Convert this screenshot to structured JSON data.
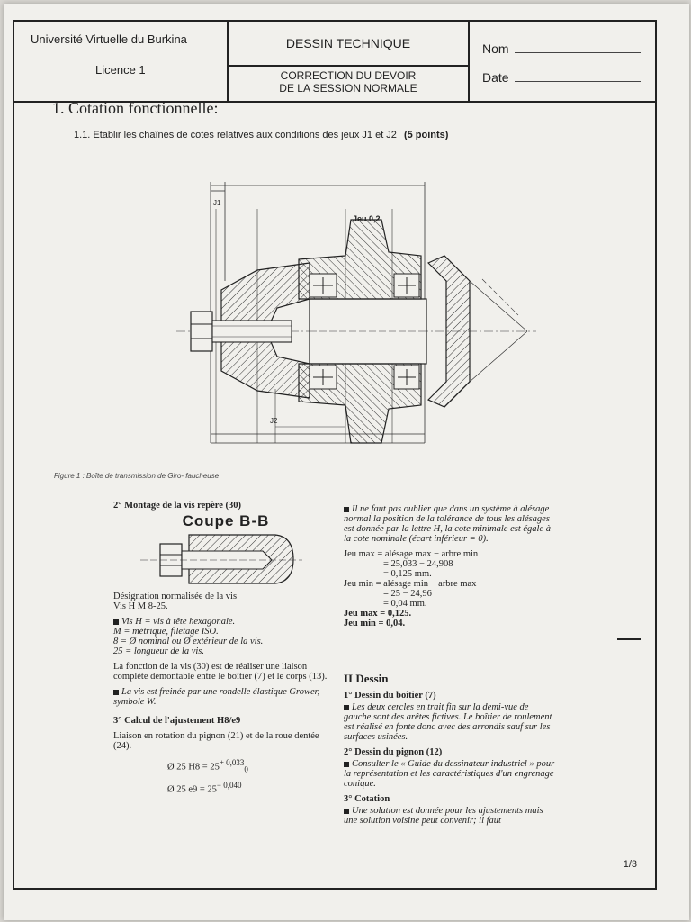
{
  "header": {
    "university": "Université Virtuelle du Burkina",
    "level": "Licence 1",
    "subject": "DESSIN TECHNIQUE",
    "correction_l1": "CORRECTION DU DEVOIR",
    "correction_l2": "DE LA SESSION NORMALE",
    "nom_label": "Nom",
    "date_label": "Date"
  },
  "section": {
    "title": "1. Cotation fonctionnelle:",
    "subtitle": "1.1.  Etablir les chaînes de  cotes relatives aux conditions des jeux J1 et J2",
    "points": "(5 points)"
  },
  "drawing": {
    "label_j1": "J1",
    "label_j2": "J2",
    "label_jeu": "Jeu 0,2"
  },
  "figure_caption": "Figure 1 : Boîte de transmission de Giro- faucheuse",
  "left": {
    "heading": "2° Montage de la vis repère (30)",
    "coupe": "Coupe B-B",
    "designation": "Désignation normalisée de la vis",
    "designation2": "Vis H M 8-25.",
    "vis_h": "Vis H = vis à tête hexagonale.",
    "m": "M = métrique, filetage ISO.",
    "eight": "8 = Ø nominal ou Ø extérieur de la vis.",
    "len": "25 = longueur de la vis.",
    "fonction": "La fonction de la vis (30) est de réaliser une liaison complète démontable entre le boîtier (7) et le corps (13).",
    "freinee": "La vis est freinée par une rondelle élastique Grower, symbole W.",
    "calc_heading": "3° Calcul de l'ajustement H8/e9",
    "liaison": "Liaison en rotation du pignon (21) et de la roue dentée (24).",
    "f1": "Ø 25 H8 = 25",
    "f1_sup": "+ 0,033",
    "f1_inf": "0",
    "f2": "Ø 25 e9 = 25",
    "f2_sup": "− 0,040"
  },
  "right": {
    "intro": "Il ne faut pas oublier que dans un système à alésage normal la position de la tolérance de tous les alésages est donnée par la lettre H, la cote minimale est égale à la cote nominale (écart inférieur = 0).",
    "jmax1": "Jeu max = alésage max − arbre min",
    "jmax2": "= 25,033 − 24,908",
    "jmax3": "= 0,125 mm.",
    "jmin1": "Jeu min = alésage min − arbre max",
    "jmin2": "= 25 − 24,96",
    "jmin3": "= 0,04 mm.",
    "jmax_res": "Jeu max = 0,125.",
    "jmin_res": "Jeu min = 0,04.",
    "dessin": "II Dessin",
    "d1": "1° Dessin du boîtier (7)",
    "d1_text": "Les deux cercles en trait fin sur la demi-vue de gauche sont des arêtes fictives. Le boîtier de roulement est réalisé en fonte donc avec des arrondis sauf sur les surfaces usinées.",
    "d2": "2° Dessin du pignon (12)",
    "d2_text": "Consulter le « Guide du dessinateur industriel » pour la représentation et les caractéristiques d'un engrenage conique.",
    "d3": "3° Cotation",
    "d3_text": "Une solution est donnée pour les ajustements mais une solution voisine peut convenir; il faut"
  },
  "page_number": "1/3"
}
